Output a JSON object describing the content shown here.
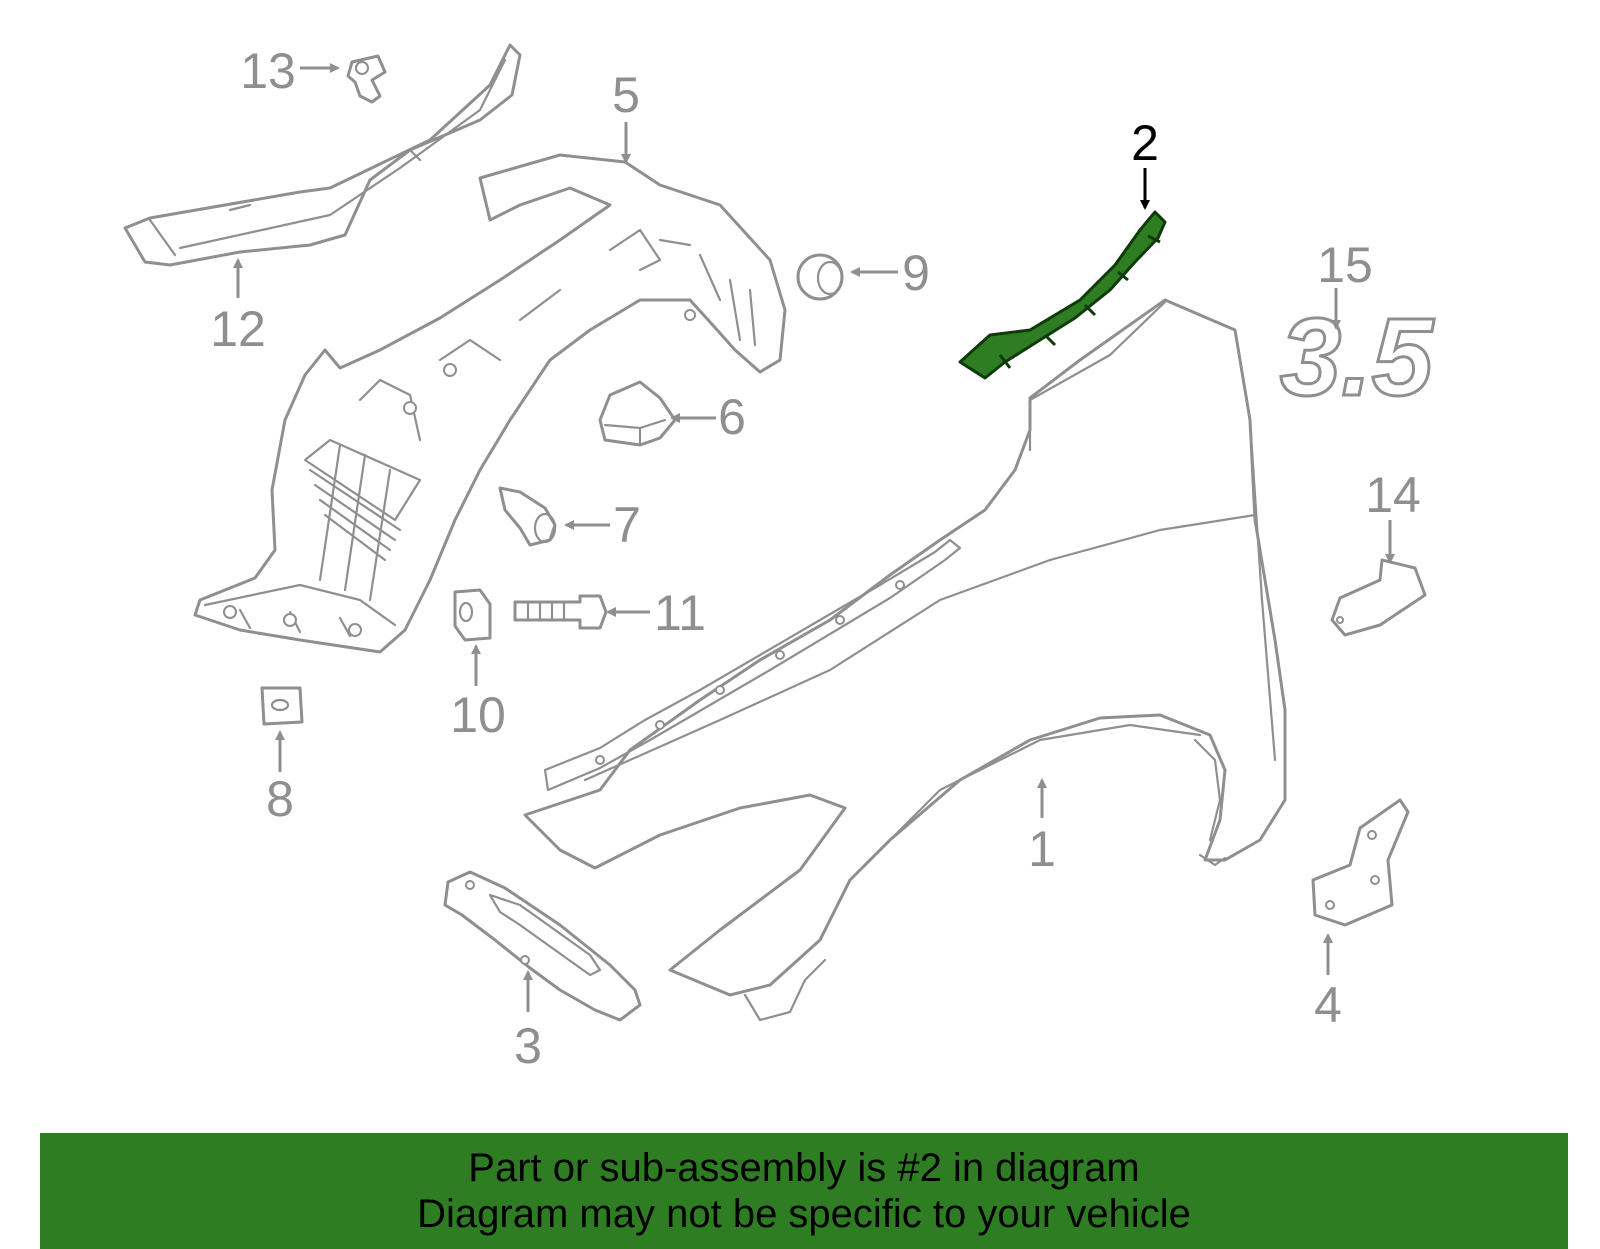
{
  "diagram": {
    "callouts": [
      "1",
      "2",
      "3",
      "4",
      "5",
      "6",
      "7",
      "8",
      "9",
      "10",
      "11",
      "12",
      "13",
      "14",
      "15"
    ],
    "highlighted_part": "2",
    "emblem_text": "3.5",
    "highlight_color": "#2e7d22"
  },
  "banner": {
    "line1": "Part or sub-assembly is #2 in diagram",
    "line2": "Diagram may not be specific to your vehicle"
  }
}
